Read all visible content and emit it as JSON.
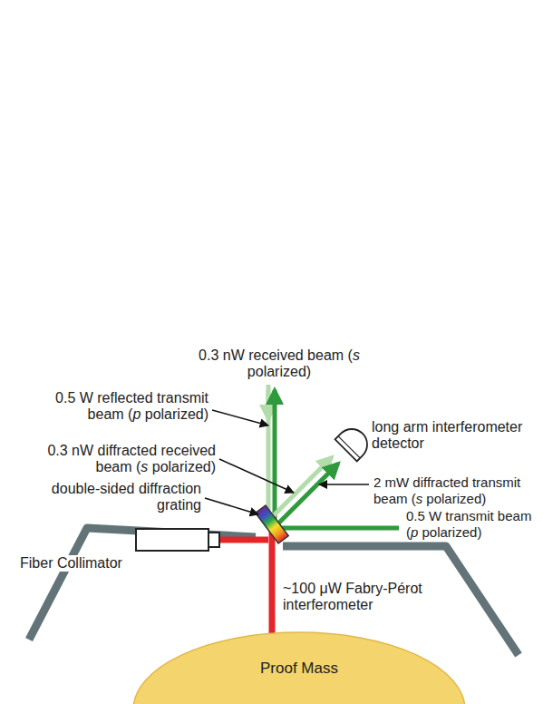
{
  "diagram": {
    "nodes": [
      {
        "text": [
          "Proof Mass"
        ]
      }
    ],
    "labels": [
      "0.3 nW received beam (s polarized)",
      "0.5 W reflected transmit beam (p polarized)",
      "0.3 nW diffracted received beam (s polarized)",
      "double-sided diffraction grating",
      "long arm interferometer detector",
      "2 mW diffracted transmit beam (s polarized)",
      "0.5 W transmit beam (p polarized)",
      "Fiber Collimator",
      "~100 μW Fabry-Pérot interferometer"
    ]
  }
}
